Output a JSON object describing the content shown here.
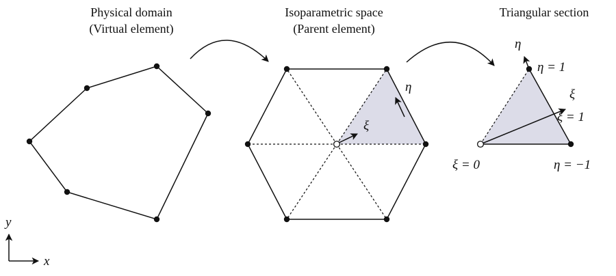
{
  "titles": {
    "physical_line1": "Physical domain",
    "physical_line2": "(Virtual element)",
    "iso_line1": "Isoparametric space",
    "iso_line2": "(Parent element)",
    "tri_line1": "Triangular section"
  },
  "labels": {
    "xi": "ξ",
    "eta": "η",
    "eta_one": "η = 1",
    "xi_one": "ξ = 1",
    "xi_zero": "ξ = 0",
    "eta_minus_one": "η = −1",
    "axis_x": "x",
    "axis_y": "y"
  },
  "colors": {
    "stroke": "#111111",
    "shade": "#dcdce8"
  }
}
